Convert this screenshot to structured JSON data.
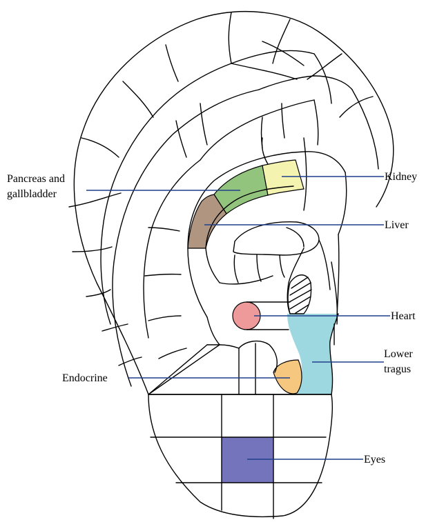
{
  "labels": {
    "pancreas_line1": "Pancreas and",
    "pancreas_line2": "gallbladder",
    "kidney": "Kidney",
    "liver": "Liver",
    "heart": "Heart",
    "lower_tragus_line1": "Lower",
    "lower_tragus_line2": "tragus",
    "endocrine": "Endocrine",
    "eyes": "Eyes"
  },
  "colors": {
    "pancreas": "#93c47d",
    "kidney": "#f4f4b0",
    "liver": "#b09680",
    "heart": "#ef9a9a",
    "lower_tragus": "#9dd8e0",
    "endocrine": "#f6c77f",
    "eyes": "#7474bd",
    "leader": "#1f3e8c"
  }
}
